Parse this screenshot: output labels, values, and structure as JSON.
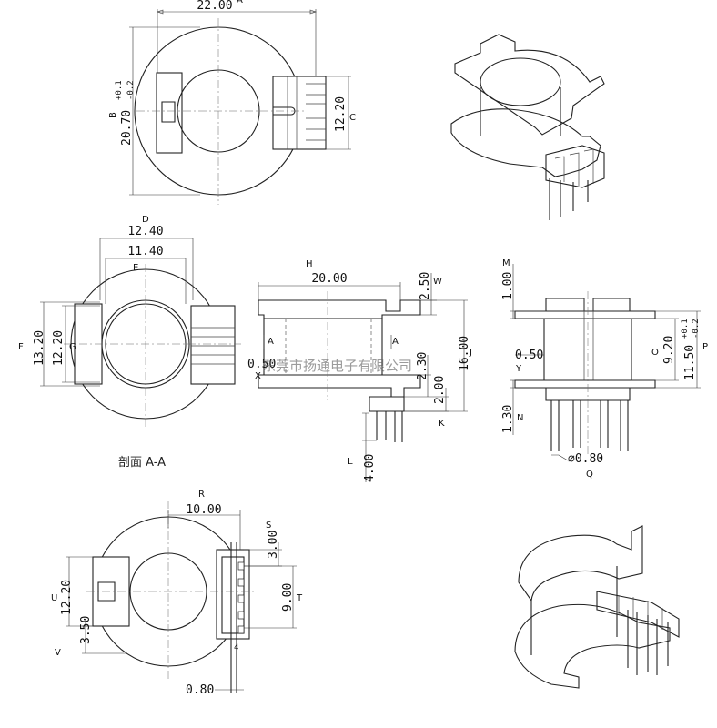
{
  "watermark": "东莞市扬通电子有限公司",
  "section_caption": "剖面 A-A",
  "top_view": {
    "width": "22.00",
    "height": "20.70",
    "height_tol_upper": "+0.1",
    "height_tol_lower": "-0.2",
    "right_height": "12.20",
    "m_width": "A",
    "m_height": "B",
    "m_right": "C"
  },
  "section_view": {
    "outer_width": "12.40",
    "inner_width": "11.40",
    "outer_height": "13.20",
    "inner_height": "12.20",
    "m_outer_width": "D",
    "m_inner_width": "E",
    "m_outer_height": "F",
    "m_inner_height": "G"
  },
  "front_view": {
    "width": "20.00",
    "top_step": "2.50",
    "wall": "0.50",
    "base_step": "2.30",
    "pin_base": "2.00",
    "total_height": "16.00",
    "pin_length": "4.00",
    "section_mark": "A",
    "m_width": "H",
    "m_top_step": "W",
    "m_wall": "X",
    "m_total": "J",
    "m_pin_base": "K",
    "m_pin_length": "L"
  },
  "side_view": {
    "top": "1.00",
    "wall": "0.50",
    "inner_height": "9.20",
    "outer_height": "11.50",
    "outer_tol_upper": "+0.1",
    "outer_tol_lower": "-0.2",
    "bottom": "1.30",
    "pin_dia": "⌀0.80",
    "m_top": "M",
    "m_wall": "Y",
    "m_inner": "O",
    "m_outer": "P",
    "m_bottom": "N",
    "m_pin": "Q"
  },
  "bottom_view": {
    "width": "10.00",
    "pitch": "3.00",
    "pin_span": "9.00",
    "height": "12.20",
    "offset": "3.50",
    "pin_offset": "0.80",
    "pin_label": "4",
    "m_width": "R",
    "m_pitch": "S",
    "m_span": "T",
    "m_height": "U",
    "m_offset": "V"
  }
}
